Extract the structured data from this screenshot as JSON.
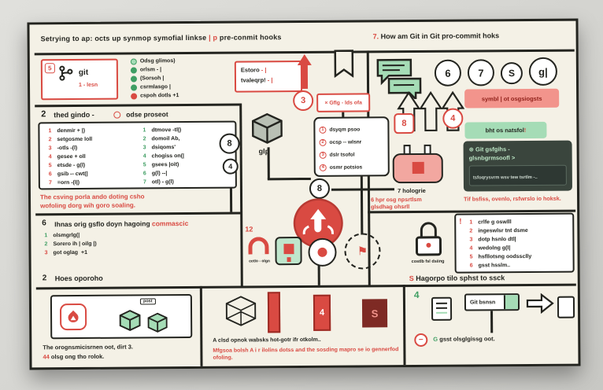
{
  "colors": {
    "accent_red": "#d94a42",
    "green": "#3f9e63",
    "dark": "#23241f",
    "card_bg": "#f4f1e6",
    "panel_green_bg": "#3a453d",
    "badge_pink": "#f2948c",
    "badge_green": "#a5dcb6"
  },
  "header": {
    "left_title_pre": "Setrying to ap: octs up synmop symofial linkse ",
    "left_title_red": "| p ",
    "left_title_post": "pre-conmit hooks",
    "right_num": "7.",
    "right_title": "How am Git in Git pro-commit hoks"
  },
  "top_left": {
    "badge": "5",
    "git_label": "git",
    "git_note": "1 - lesn",
    "checklist": [
      {
        "t": "Odsg glimos)"
      },
      {
        "t": "orlsm - |"
      },
      {
        "t": "(Sorsoh |"
      },
      {
        "t": "csrmlasgo |"
      },
      {
        "t": "cspoh dotls +1"
      }
    ],
    "estoro": {
      "line1": "Estoro",
      "suffix1": "- |",
      "line2": "tvaleqrp!",
      "suffix2": "- |"
    }
  },
  "section_guide": {
    "num": "2",
    "title": "thed gindo -",
    "label": "odse proseot"
  },
  "commands": {
    "left": [
      {
        "n": "1",
        "t": "denmir + |)"
      },
      {
        "n": "2",
        "t": "setgosme loll"
      },
      {
        "n": "3",
        "t": "-otls -(l)"
      },
      {
        "n": "4",
        "t": "gesee + oll"
      },
      {
        "n": "5",
        "t": "etsde - g(l)"
      },
      {
        "n": "6",
        "t": "gsib -- cwt(|"
      },
      {
        "n": "7",
        "t": "=orn -(l|)"
      }
    ],
    "right": [
      {
        "n": "1",
        "t": "dtmove -tl|)"
      },
      {
        "n": "2",
        "t": "domoil Ab,"
      },
      {
        "n": "3",
        "t": "dsiqoms'"
      },
      {
        "n": "4",
        "t": "chogiss on(|"
      },
      {
        "n": "5",
        "t": "gsees |oit)"
      },
      {
        "n": "6",
        "t": "g(l) --|"
      },
      {
        "n": "7",
        "t": "otl) - g(l)"
      }
    ]
  },
  "left_note": {
    "line1": "The csving porla ando doting csho",
    "line2": "wofoling dorg wih goro soaling."
  },
  "section_steps": {
    "num": "6",
    "title": "Ihnas orig gsflo doyn hagoing ",
    "title_red": "commascic"
  },
  "steps": [
    {
      "n": "1",
      "t": "olsmgrlg(|"
    },
    {
      "n": "2",
      "t": "Sorero ih | oilg |)"
    },
    {
      "n": "3",
      "t": "got oglag ",
      "suffix": "+1"
    }
  ],
  "section_how": {
    "num": "2",
    "title": "Hoes oporoho"
  },
  "bottom_left": {
    "post_tag": "post",
    "caption1": "The orognsmicisrnen oot, dirt 3.",
    "caption2_red": "44",
    "caption2": " olsg ong tho rolok."
  },
  "bottom_mid": {
    "bar_label": "4",
    "square_label": "S",
    "caption1": "A clsd opnok wabsks hot-gotr ifr otkolm..",
    "caption2": "Mfgsoa bolsh A i r ilolins dotss and the sosding mapro se io gennerfod ofoling."
  },
  "flow": {
    "node3": "3",
    "red_box": "× Gflg - lds ofa",
    "cube_label": "glp",
    "node8a": "8",
    "node4a": "4",
    "checklist": [
      {
        "n": "1",
        "t": "dsyqm psoo"
      },
      {
        "n": "2",
        "t": "ocsp -- wlsnr"
      },
      {
        "n": "3",
        "t": "dslr tsofol"
      },
      {
        "n": "4",
        "t": "osmr potsios"
      }
    ],
    "node8b": "8",
    "num12": "12",
    "magnet_caption": "cetlo - olgn",
    "flag": "⚑",
    "note_line1": "6 hpr osg npsrtlsm",
    "note_line2": "glsdhag ohsrll"
  },
  "right_top": {
    "circle1": "6",
    "circle2": "7",
    "circle3": "S",
    "circle4": "g|",
    "pink_badge": "symbl | ot osgsiogsts",
    "node8": "8",
    "node4": "4",
    "green_badge": "bht os natsfol ",
    "green_badge_suffix": "!",
    "plug_caption": "7 hologrie",
    "panel_line1": "⊕ Git gsfgihs -",
    "panel_line2": "glsnbgrmsoofl  >",
    "panel_inset": "tsfoqrysvrm wsv tew tsrtlm -..",
    "red_note": "Tif bsfiss, ovenlo, rsfwrslo io hoksk."
  },
  "right_mid": {
    "alert": "!",
    "lock_caption": "costlb fsl dsiing",
    "items": [
      {
        "n": "1",
        "t": "crlfe g oswlll"
      },
      {
        "n": "2",
        "t": "ingeswlsr tnt dsme"
      },
      {
        "n": "3",
        "t": "dotp hsnlo dtl|"
      },
      {
        "n": "4",
        "t": "wedolng g(l|"
      },
      {
        "n": "5",
        "t": "hsfllotsng oodssclly"
      },
      {
        "n": "6",
        "t": "gsst hsslm.."
      }
    ],
    "header_num": "S",
    "header": "Hagorpo tilo sphst to ssck"
  },
  "bottom_right": {
    "num": "4",
    "branch_label": "Git bsnsn",
    "minus": "−",
    "caption_g": "G",
    "caption": "gsst olsglgissg oot."
  }
}
